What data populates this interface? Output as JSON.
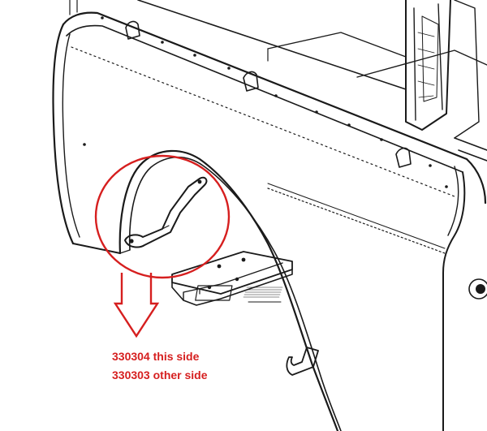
{
  "callout": {
    "color": "#d61f1f",
    "lines": [
      "330304 this side",
      "330303 other side"
    ]
  },
  "drawing": {
    "ink_color": "#1a1a1a",
    "icons": [
      "body-tub-outline",
      "rear-wheel-arch",
      "wheel-arch-stay-bracket",
      "rear-crossmember-bracket",
      "tie-down-hook"
    ]
  }
}
